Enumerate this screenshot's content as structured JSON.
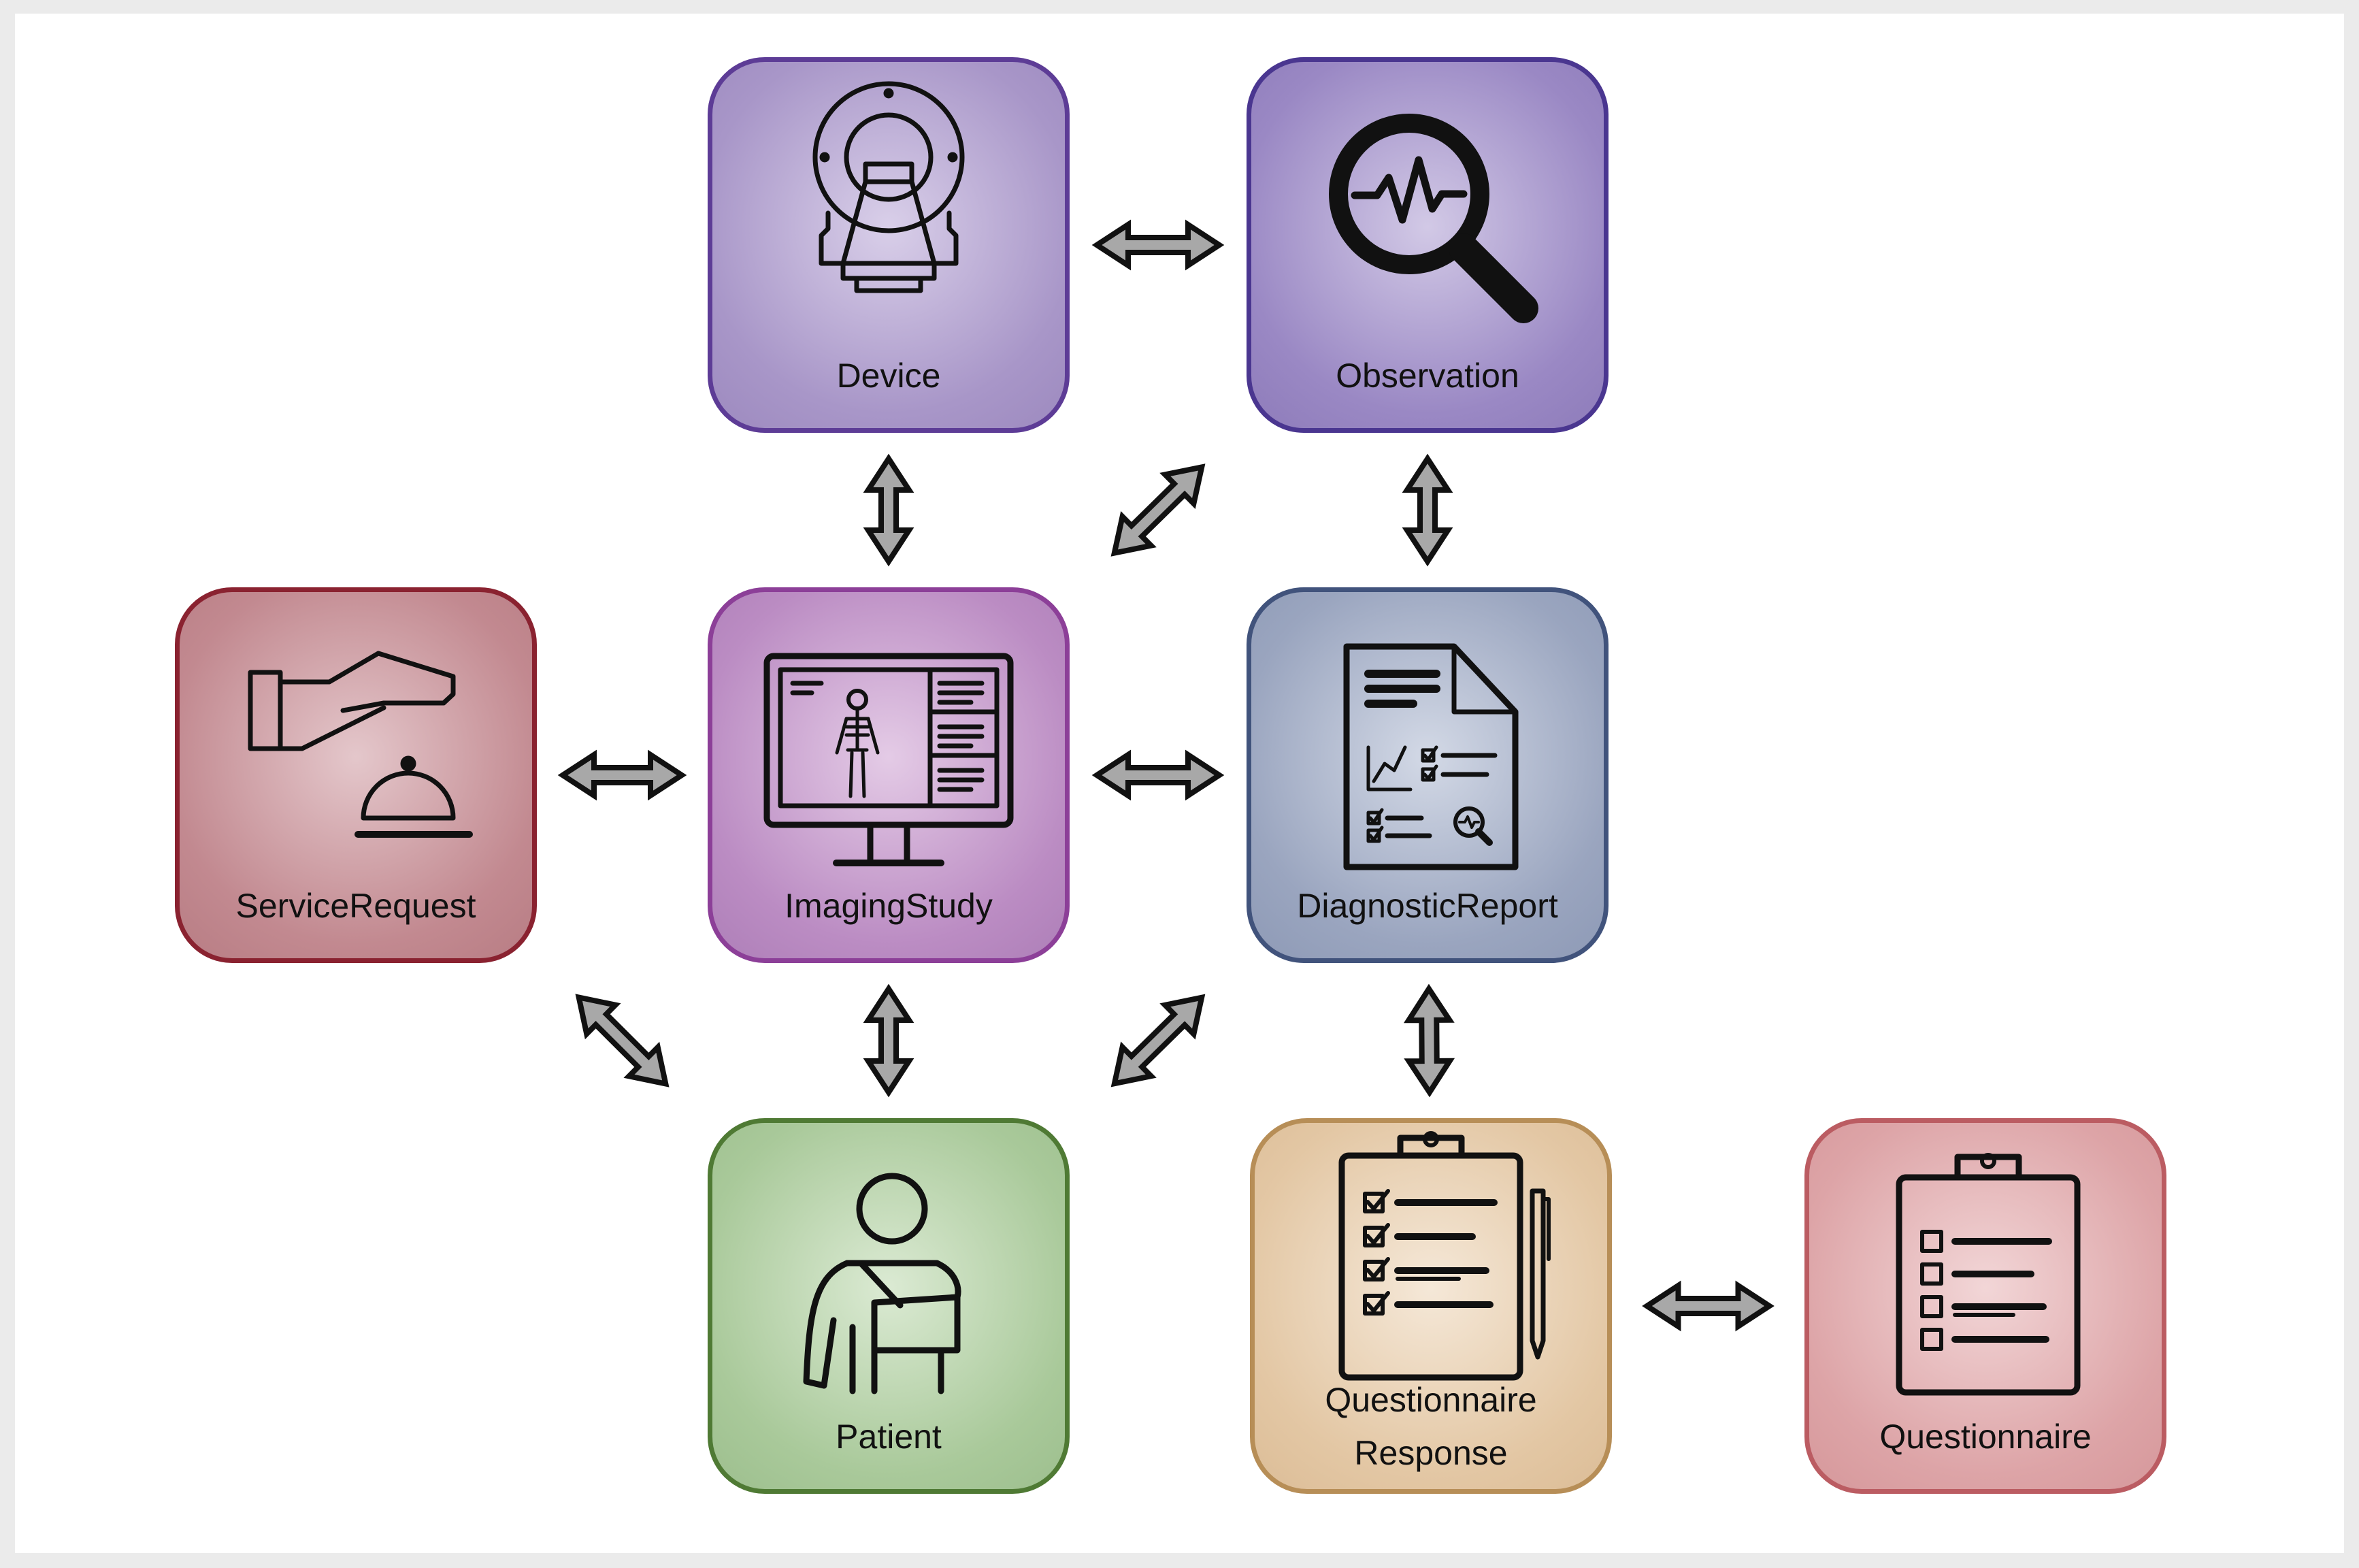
{
  "nodes": {
    "device": {
      "label": "Device",
      "icon": "mri-scanner-icon",
      "color": "#5d3c96"
    },
    "observation": {
      "label": "Observation",
      "icon": "magnifier-heartbeat-icon",
      "color": "#4a3690"
    },
    "servicerequest": {
      "label": "ServiceRequest",
      "icon": "hand-service-bell-icon",
      "color": "#8a2230"
    },
    "imagingstudy": {
      "label": "ImagingStudy",
      "icon": "monitor-xray-icon",
      "color": "#8c3f98"
    },
    "diagnosticreport": {
      "label": "DiagnosticReport",
      "icon": "report-document-icon",
      "color": "#41537c"
    },
    "patient": {
      "label": "Patient",
      "icon": "patient-arm-sling-icon",
      "color": "#4f7a34"
    },
    "questionnaireresponse": {
      "label_line1": "Questionnaire",
      "label_line2": "Response",
      "icon": "clipboard-checked-pen-icon",
      "color": "#b78e57"
    },
    "questionnaire": {
      "label": "Questionnaire",
      "icon": "clipboard-checklist-icon",
      "color": "#bb5c62"
    }
  },
  "edges": [
    {
      "from": "device",
      "to": "observation"
    },
    {
      "from": "device",
      "to": "imagingstudy"
    },
    {
      "from": "imagingstudy",
      "to": "observation"
    },
    {
      "from": "observation",
      "to": "diagnosticreport"
    },
    {
      "from": "servicerequest",
      "to": "imagingstudy"
    },
    {
      "from": "imagingstudy",
      "to": "diagnosticreport"
    },
    {
      "from": "servicerequest",
      "to": "patient"
    },
    {
      "from": "imagingstudy",
      "to": "patient"
    },
    {
      "from": "patient",
      "to": "diagnosticreport"
    },
    {
      "from": "diagnosticreport",
      "to": "questionnaireresponse"
    },
    {
      "from": "questionnaireresponse",
      "to": "questionnaire"
    }
  ]
}
